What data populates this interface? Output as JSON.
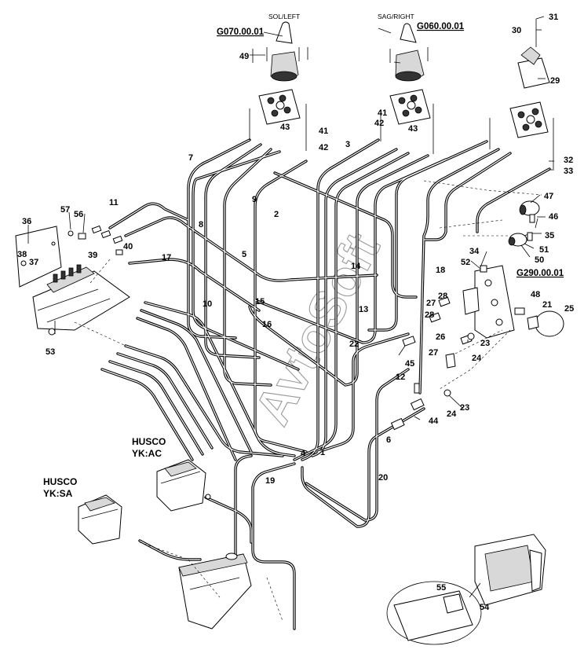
{
  "watermark": "AvtoSoft",
  "group_codes": {
    "left_joystick": "G070.00.01",
    "right_joystick": "G060.00.01",
    "accumulator_block": "G290.00.01"
  },
  "side_labels": {
    "left": "SOL/LEFT",
    "right": "SAG/RIGHT"
  },
  "variants": {
    "ac_line1": "HUSCO",
    "ac_line2": "YK:AC",
    "sa_line1": "HUSCO",
    "sa_line2": "YK:SA"
  },
  "callouts": {
    "c1": "1",
    "c2": "2",
    "c3": "3",
    "c4": "4",
    "c5": "5",
    "c6": "6",
    "c7": "7",
    "c8": "8",
    "c9": "9",
    "c10": "10",
    "c11": "11",
    "c12": "12",
    "c13": "13",
    "c14": "14",
    "c15": "15",
    "c16": "16",
    "c17": "17",
    "c18": "18",
    "c19": "19",
    "c20": "20",
    "c21": "21",
    "c22": "22",
    "c23a": "23",
    "c23b": "23",
    "c24a": "24",
    "c24b": "24",
    "c25": "25",
    "c26": "26",
    "c27a": "27",
    "c27b": "27",
    "c28a": "28",
    "c28b": "28",
    "c29": "29",
    "c30": "30",
    "c31": "31",
    "c32": "32",
    "c33": "33",
    "c34": "34",
    "c35": "35",
    "c36": "36",
    "c37": "37",
    "c38": "38",
    "c39": "39",
    "c40": "40",
    "c41a": "41",
    "c41b": "41",
    "c42a": "42",
    "c42b": "42",
    "c43a": "43",
    "c43b": "43",
    "c44": "44",
    "c45": "45",
    "c46": "46",
    "c47": "47",
    "c48": "48",
    "c49": "49",
    "c50": "50",
    "c51": "51",
    "c52": "52",
    "c53": "53",
    "c54": "54",
    "c55": "55",
    "c56": "56",
    "c57": "57"
  }
}
